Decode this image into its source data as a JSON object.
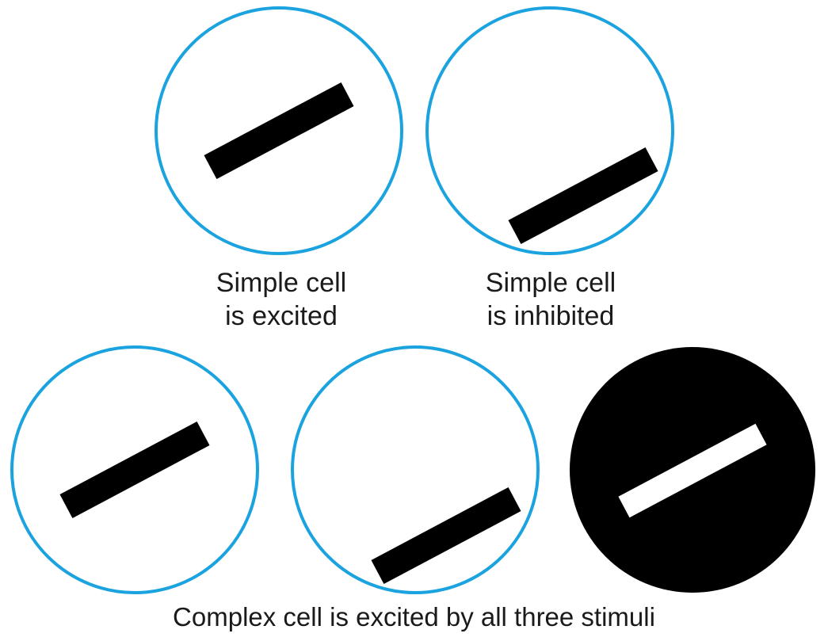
{
  "captions": {
    "simple_excited": {
      "line1": "Simple cell",
      "line2": "is excited"
    },
    "simple_inhibited": {
      "line1": "Simple cell",
      "line2": "is inhibited"
    },
    "complex": "Complex cell is excited by all three stimuli"
  },
  "colors": {
    "ring": "#1ba3e0",
    "bar": "#000000",
    "inverse_field": "#000000",
    "inverse_bar": "#ffffff",
    "text": "#1a1a1a"
  },
  "stimuli": [
    {
      "name": "simple-excited-field",
      "bar_position": "center",
      "contrast": "dark bar on light field"
    },
    {
      "name": "simple-inhibited-field",
      "bar_position": "lower-right",
      "contrast": "dark bar on light field"
    },
    {
      "name": "complex-stimulus-center",
      "bar_position": "center",
      "contrast": "dark bar on light field"
    },
    {
      "name": "complex-stimulus-offset",
      "bar_position": "lower-right",
      "contrast": "dark bar on light field"
    },
    {
      "name": "complex-stimulus-inverted",
      "bar_position": "center",
      "contrast": "light bar on dark field"
    }
  ]
}
